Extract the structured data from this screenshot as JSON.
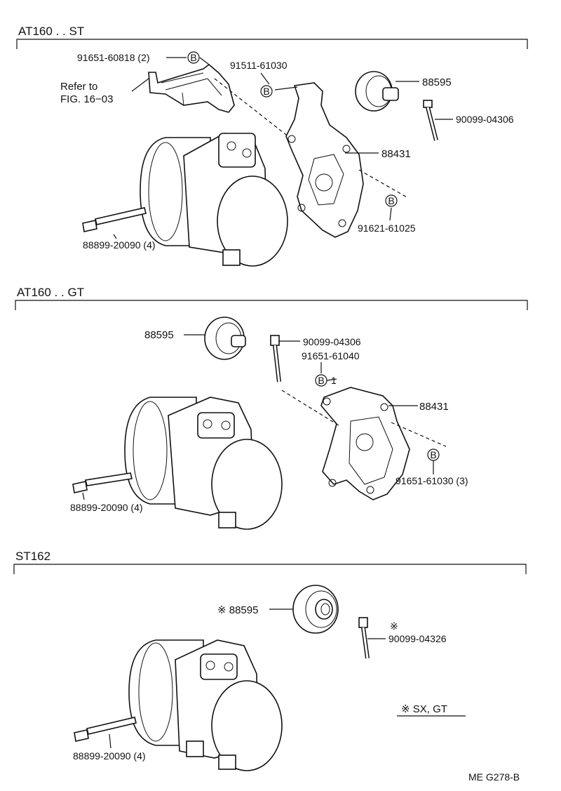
{
  "sections": [
    {
      "title": "AT160 . . ST",
      "labels": {
        "p1": "91651-60818 (2)",
        "p2": "91511-61030",
        "p3": "88595",
        "p4": "90099-04306",
        "p5": "88431",
        "p6": "91621-61025",
        "p7": "88899-20090 (4)",
        "refer1": "Refer to",
        "refer2": "FIG. 16−03"
      }
    },
    {
      "title": "AT160 . . GT",
      "labels": {
        "p1": "88595",
        "p2": "90099-04306",
        "p3": "91651-61040",
        "p4": "88431",
        "p5": "91651-61030 (3)",
        "p6": "88899-20090 (4)"
      }
    },
    {
      "title": "ST162",
      "labels": {
        "p1": "※ 88595",
        "p2": "※",
        "p3": "90099-04326",
        "p4": "88899-20090 (4)",
        "note": "※  SX, GT"
      }
    }
  ],
  "bolt_marker": "B",
  "ref_mark": "1",
  "footer_code": "ME G278-B"
}
